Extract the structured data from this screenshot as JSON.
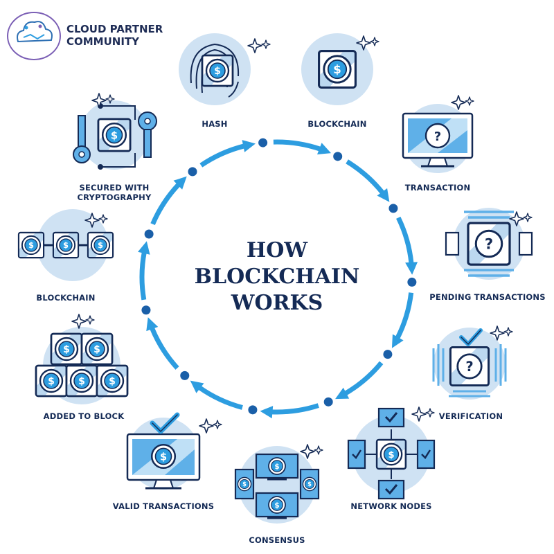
{
  "brand": {
    "line1": "CLOUD PARTNER",
    "line2": "COMMUNITY",
    "logo_icon": "cloud-handshake-icon"
  },
  "title": {
    "line1": "HOW",
    "line2": "BLOCKCHAIN",
    "line3": "WORKS"
  },
  "steps": [
    {
      "label": "HASH",
      "icon": "fingerprint-coin-icon"
    },
    {
      "label": "BLOCKCHAIN",
      "icon": "coin-block-icon"
    },
    {
      "label": "TRANSACTION",
      "icon": "monitor-question-icon"
    },
    {
      "label": "PENDING TRANSACTIONS",
      "icon": "pending-question-block-icon"
    },
    {
      "label": "VERIFICATION",
      "icon": "verify-check-icon"
    },
    {
      "label": "NETWORK NODES",
      "icon": "network-nodes-icon"
    },
    {
      "label": "CONSENSUS",
      "icon": "consensus-devices-icon"
    },
    {
      "label": "VALID TRANSACTIONS",
      "icon": "monitor-check-coin-icon"
    },
    {
      "label": "ADDED TO BLOCK",
      "icon": "stacked-blocks-icon"
    },
    {
      "label": "BLOCKCHAIN",
      "icon": "chained-blocks-icon"
    },
    {
      "label": "SECURED WITH",
      "label2": "CRYPTOGRAPHY",
      "icon": "keys-coin-icon"
    }
  ],
  "colors": {
    "navy": "#142a55",
    "blue": "#2d9de0",
    "light": "#cfe2f3",
    "mid": "#9cc7ea"
  }
}
